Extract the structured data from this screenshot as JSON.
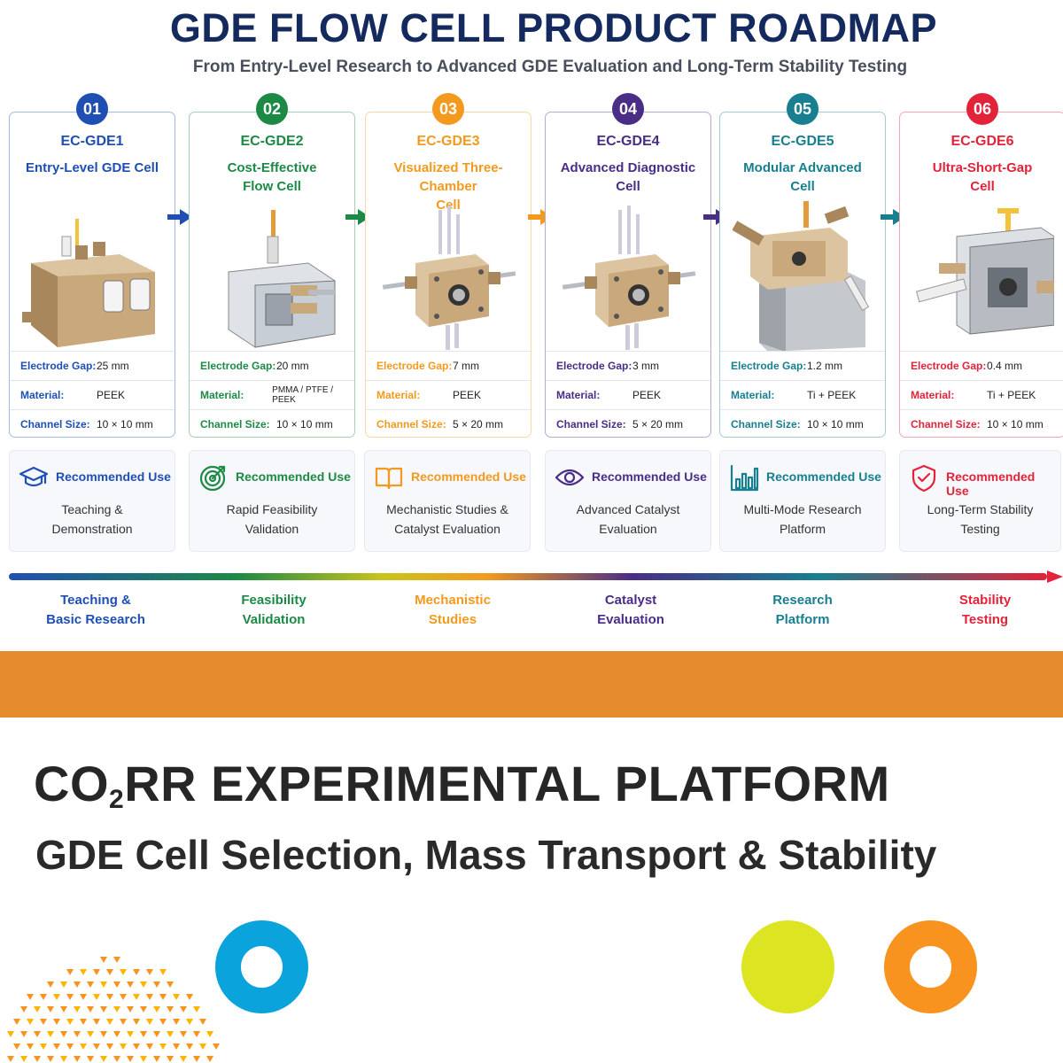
{
  "header": {
    "title": "GDE FLOW CELL PRODUCT ROADMAP",
    "subtitle": "From Entry-Level Research to Advanced GDE Evaluation and Long-Term Stability Testing"
  },
  "spec_labels": {
    "gap": "Electrode Gap:",
    "material": "Material:",
    "channel": "Channel Size:"
  },
  "recommended_label": "Recommended Use",
  "cells": [
    {
      "num": "01",
      "model": "EC-GDE1",
      "name": "Entry-Level GDE Cell",
      "gap": "25 mm",
      "material": "PEEK",
      "channel": "10 × 10 mm",
      "use": "Teaching &\nDemonstration",
      "color": "#1f4fb3",
      "icon": "graduation-cap-icon"
    },
    {
      "num": "02",
      "model": "EC-GDE2",
      "name": "Cost-Effective\nFlow Cell",
      "gap": "20 mm",
      "material": "PMMA / PTFE / PEEK",
      "channel": "10 × 10 mm",
      "use": "Rapid Feasibility\nValidation",
      "color": "#1c8a45",
      "icon": "target-icon"
    },
    {
      "num": "03",
      "model": "EC-GDE3",
      "name": "Visualized Three-Chamber\nCell",
      "gap": "7 mm",
      "material": "PEEK",
      "channel": "5 × 20 mm",
      "use": "Mechanistic Studies &\nCatalyst Evaluation",
      "color": "#f39a1e",
      "icon": "open-book-icon"
    },
    {
      "num": "04",
      "model": "EC-GDE4",
      "name": "Advanced Diagnostic\nCell",
      "gap": "3 mm",
      "material": "PEEK",
      "channel": "5 × 20 mm",
      "use": "Advanced Catalyst\nEvaluation",
      "color": "#4a2d86",
      "icon": "eye-icon"
    },
    {
      "num": "05",
      "model": "EC-GDE5",
      "name": "Modular Advanced\nCell",
      "gap": "1.2 mm",
      "material": "Ti + PEEK",
      "channel": "10 × 10 mm",
      "use": "Multi-Mode Research\nPlatform",
      "color": "#177f90",
      "icon": "bar-chart-icon"
    },
    {
      "num": "06",
      "model": "EC-GDE6",
      "name": "Ultra-Short-Gap\nCell",
      "gap": "0.4 mm",
      "material": "Ti + PEEK",
      "channel": "10 × 10 mm",
      "use": "Long-Term Stability\nTesting",
      "color": "#e3233a",
      "icon": "shield-check-icon"
    }
  ],
  "stages": [
    {
      "label": "Teaching &\nBasic Research",
      "color": "#1f4fb3"
    },
    {
      "label": "Feasibility\nValidation",
      "color": "#1c8a45"
    },
    {
      "label": "Mechanistic\nStudies",
      "color": "#f39a1e"
    },
    {
      "label": "Catalyst\nEvaluation",
      "color": "#4a2d86"
    },
    {
      "label": "Research\nPlatform",
      "color": "#177f90"
    },
    {
      "label": "Stability\nTesting",
      "color": "#e3233a"
    }
  ],
  "platform": {
    "title_prefix": "CO",
    "title_sub": "2",
    "title_suffix": "RR EXPERIMENTAL PLATFORM",
    "subtitle": "GDE Cell Selection, Mass Transport & Stability"
  },
  "colors": {
    "band": "#e58d2c",
    "ring_blue": "#0aa3dc",
    "ring_lime": "#dde422",
    "ring_orange": "#f7931e"
  }
}
